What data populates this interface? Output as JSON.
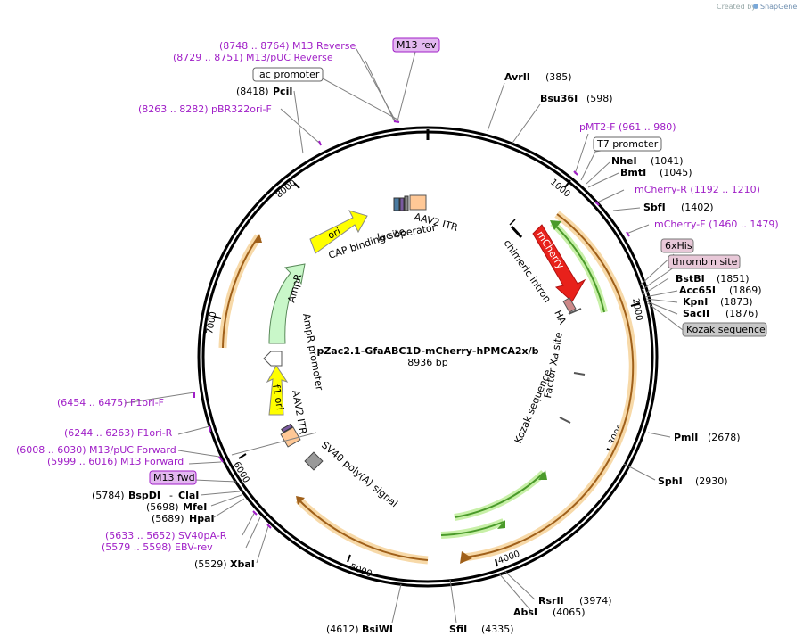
{
  "watermark": {
    "prefix": "Created by",
    "brand": "SnapGene"
  },
  "plasmid": {
    "name": "pZac2.1-GfaABC1D-mCherry-hPMCA2x/b",
    "length": "8936 bp"
  },
  "ticks": [
    "1000",
    "2000",
    "3000",
    "4000",
    "5000",
    "6000",
    "7000",
    "8000"
  ],
  "sites": [
    {
      "name": "AvrII",
      "pos": "(385)"
    },
    {
      "name": "Bsu36I",
      "pos": "(598)"
    },
    {
      "name": "NheI",
      "pos": "(1041)"
    },
    {
      "name": "BmtI",
      "pos": "(1045)"
    },
    {
      "name": "SbfI",
      "pos": "(1402)"
    },
    {
      "name": "BstBI",
      "pos": "(1851)"
    },
    {
      "name": "Acc65I",
      "pos": "(1869)"
    },
    {
      "name": "KpnI",
      "pos": "(1873)"
    },
    {
      "name": "SacII",
      "pos": "(1876)"
    },
    {
      "name": "PmlI",
      "pos": "(2678)"
    },
    {
      "name": "SphI",
      "pos": "(2930)"
    },
    {
      "name": "RsrII",
      "pos": "(3974)"
    },
    {
      "name": "AbsI",
      "pos": "(4065)"
    },
    {
      "name": "SfiI",
      "pos": "(4335)"
    },
    {
      "name": "BsiWI",
      "pos": "(4612)"
    },
    {
      "name": "XbaI",
      "pos": "(5529)"
    },
    {
      "name": "HpaI",
      "pos": "(5689)"
    },
    {
      "name": "MfeI",
      "pos": "(5698)"
    },
    {
      "name": "BspDI",
      "pos": "(5784)"
    },
    {
      "name": "ClaI",
      "pos": ""
    },
    {
      "name": "PciI",
      "pos": "(8418)"
    }
  ],
  "primers": [
    {
      "text": "(8748 .. 8764)  M13 Reverse"
    },
    {
      "text": "(8729 .. 8751)  M13/pUC Reverse"
    },
    {
      "text": "(8263 .. 8282)  pBR322ori-F"
    },
    {
      "text": "pMT2-F    (961 .. 980)"
    },
    {
      "text": "mCherry-R    (1192 .. 1210)"
    },
    {
      "text": "mCherry-F    (1460 .. 1479)"
    },
    {
      "text": "(6454 .. 6475)  F1ori-F"
    },
    {
      "text": "(6244 .. 6263)  F1ori-R"
    },
    {
      "text": "(6008 .. 6030)  M13/pUC Forward"
    },
    {
      "text": "(5999 .. 6016)  M13 Forward"
    },
    {
      "text": "(5633 .. 5652)  SV40pA-R"
    },
    {
      "text": "(5579 .. 5598)  EBV-rev"
    }
  ],
  "boxed": {
    "m13rev": "M13 rev",
    "lacpromoter": "lac promoter",
    "t7promoter": "T7 promoter",
    "his": "6xHis",
    "thrombin": "thrombin site",
    "kozak": "Kozak sequence",
    "m13fwd": "M13 fwd"
  },
  "features": {
    "mcherry": "mCherry",
    "chimeric_intron": "chimeric intron",
    "ha": "HA",
    "factor_xa": "Factor Xa site",
    "kozak_seq": "Kozak sequence",
    "ori": "ori",
    "ampr": "AmpR",
    "ampr_promoter": "AmpR promoter",
    "f1ori": "f1 ori",
    "cap_site": "CAP binding site",
    "lac_operator": "lac operator",
    "aav2_itr_top": "AAV2 ITR",
    "aav2_itr_bottom": "AAV2 ITR",
    "sv40": "SV40 poly(A) signal"
  },
  "colors": {
    "primer": "#a01fc7",
    "mcherry": "#e8211b",
    "ori": "#ffff00",
    "ampr": "#c9f7c9",
    "orf": "#f0b870",
    "orf_arrow": "#a0601a",
    "green_orf": "#4a9a2a",
    "itr": "#ffc896"
  }
}
